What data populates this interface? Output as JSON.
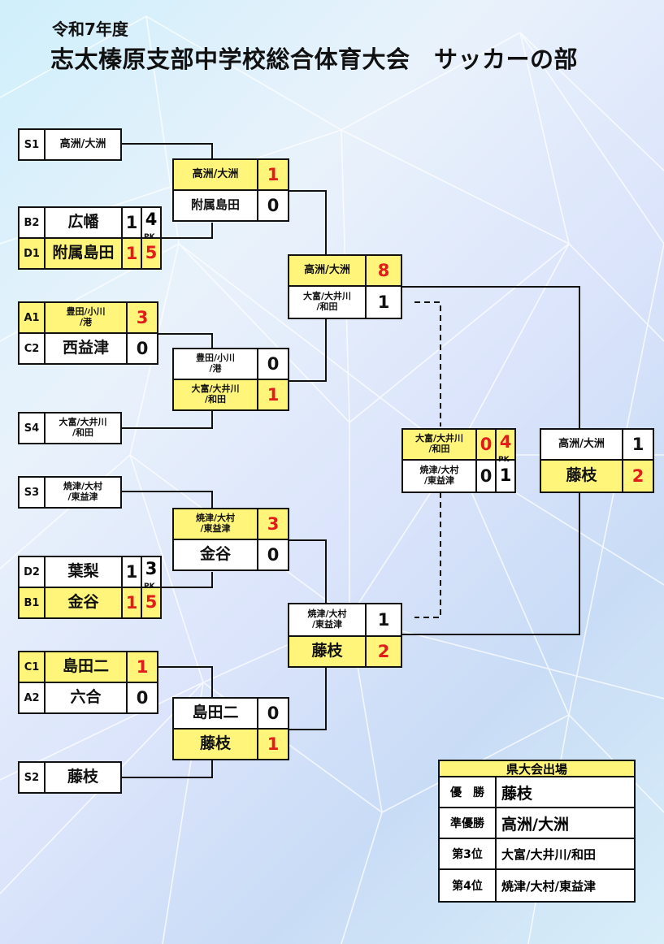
{
  "header": {
    "year": "令和7年度",
    "title": "志太榛原支部中学校総合体育大会　サッカーの部"
  },
  "teams": {
    "s1": {
      "seed": "S1",
      "name": "高洲/大洲"
    },
    "b2": {
      "seed": "B2",
      "name": "広幡",
      "score": "1",
      "pk": "4"
    },
    "d1": {
      "seed": "D1",
      "name": "附属島田",
      "score": "1",
      "pk": "5"
    },
    "a1": {
      "seed": "A1",
      "name": "豊田/小川\n/港",
      "score": "3"
    },
    "c2": {
      "seed": "C2",
      "name": "西益津",
      "score": "0"
    },
    "s4": {
      "seed": "S4",
      "name": "大富/大井川\n/和田"
    },
    "s3": {
      "seed": "S3",
      "name": "焼津/大村\n/東益津"
    },
    "d2": {
      "seed": "D2",
      "name": "葉梨",
      "score": "1",
      "pk": "3"
    },
    "b1": {
      "seed": "B1",
      "name": "金谷",
      "score": "1",
      "pk": "5"
    },
    "c1": {
      "seed": "C1",
      "name": "島田二",
      "score": "1"
    },
    "a2": {
      "seed": "A2",
      "name": "六合",
      "score": "0"
    },
    "s2": {
      "seed": "S2",
      "name": "藤枝"
    }
  },
  "pk_label": "PK",
  "round2": {
    "m1": {
      "top": {
        "name": "高洲/大洲",
        "score": "1"
      },
      "bot": {
        "name": "附属島田",
        "score": "0"
      }
    },
    "m2": {
      "top": {
        "name": "豊田/小川\n/港",
        "score": "0"
      },
      "bot": {
        "name": "大富/大井川\n/和田",
        "score": "1"
      }
    },
    "m3": {
      "top": {
        "name": "焼津/大村\n/東益津",
        "score": "3"
      },
      "bot": {
        "name": "金谷",
        "score": "0"
      }
    },
    "m4": {
      "top": {
        "name": "島田二",
        "score": "0"
      },
      "bot": {
        "name": "藤枝",
        "score": "1"
      }
    }
  },
  "semis": {
    "sf1": {
      "top": {
        "name": "高洲/大洲",
        "score": "8"
      },
      "bot": {
        "name": "大富/大井川\n/和田",
        "score": "1"
      }
    },
    "sf2": {
      "top": {
        "name": "焼津/大村\n/東益津",
        "score": "1"
      },
      "bot": {
        "name": "藤枝",
        "score": "2"
      }
    }
  },
  "third_place": {
    "top": {
      "name": "大富/大井川\n/和田",
      "score": "0",
      "pk": "4"
    },
    "bot": {
      "name": "焼津/大村\n/東益津",
      "score": "0",
      "pk": "1"
    }
  },
  "final": {
    "top": {
      "name": "高洲/大洲",
      "score": "1"
    },
    "bot": {
      "name": "藤枝",
      "score": "2"
    }
  },
  "results": {
    "heading": "県大会出場",
    "rows": [
      {
        "rank": "優　勝",
        "team": "藤枝"
      },
      {
        "rank": "準優勝",
        "team": "高洲/大洲"
      },
      {
        "rank": "第3位",
        "team": "大富/大井川/和田"
      },
      {
        "rank": "第4位",
        "team": "焼津/大村/東益津"
      }
    ]
  },
  "colors": {
    "highlight": "#fff57a",
    "winner_score": "#e21b1b",
    "line": "#111111"
  }
}
